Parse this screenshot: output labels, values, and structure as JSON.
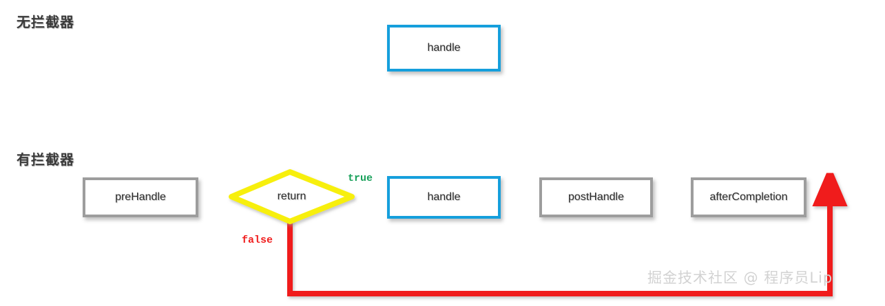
{
  "diagram": {
    "title_row1": "无拦截器",
    "title_row2": "有拦截器",
    "watermark": "掘金技术社区 @ 程序员Lip",
    "colors": {
      "flow_green": "#16a358",
      "node_blue": "#159fdc",
      "node_gray": "#9d9d9d",
      "decision_yellow": "#f7ef11",
      "error_red": "#f01d1d",
      "label_text": "#3a3a3a",
      "watermark": "#d2d2d2"
    },
    "row1": {
      "label": "无拦截器",
      "nodes": [
        {
          "id": "handle",
          "label": "handle",
          "style": "blue"
        }
      ]
    },
    "row2": {
      "label": "有拦截器",
      "nodes": [
        {
          "id": "preHandle",
          "label": "preHandle",
          "style": "gray"
        },
        {
          "id": "return",
          "label": "return",
          "style": "decision"
        },
        {
          "id": "handle",
          "label": "handle",
          "style": "blue"
        },
        {
          "id": "postHandle",
          "label": "postHandle",
          "style": "gray"
        },
        {
          "id": "afterCompletion",
          "label": "afterCompletion",
          "style": "gray"
        }
      ],
      "edge_labels": [
        {
          "id": "true",
          "label": "true",
          "color": "green"
        },
        {
          "id": "false",
          "label": "false",
          "color": "red"
        }
      ]
    }
  }
}
